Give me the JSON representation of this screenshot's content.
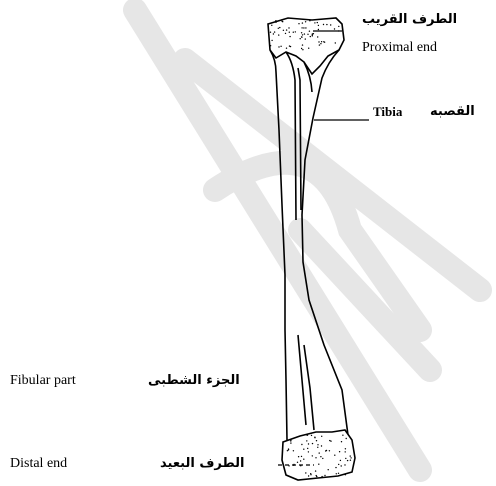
{
  "labels": {
    "proximal_ar": "الطرف القريب",
    "proximal_en": "Proximal end",
    "tibia_ar": "القصبه",
    "tibia_en": "Tibia",
    "fibular_ar": "الجزء الشطبى",
    "fibular_en": "Fibular part",
    "distal_ar": "الطرف البعيد",
    "distal_en": "Distal end"
  },
  "colors": {
    "line": "#000000",
    "watermark": "#e6e6e6",
    "background": "#ffffff"
  }
}
